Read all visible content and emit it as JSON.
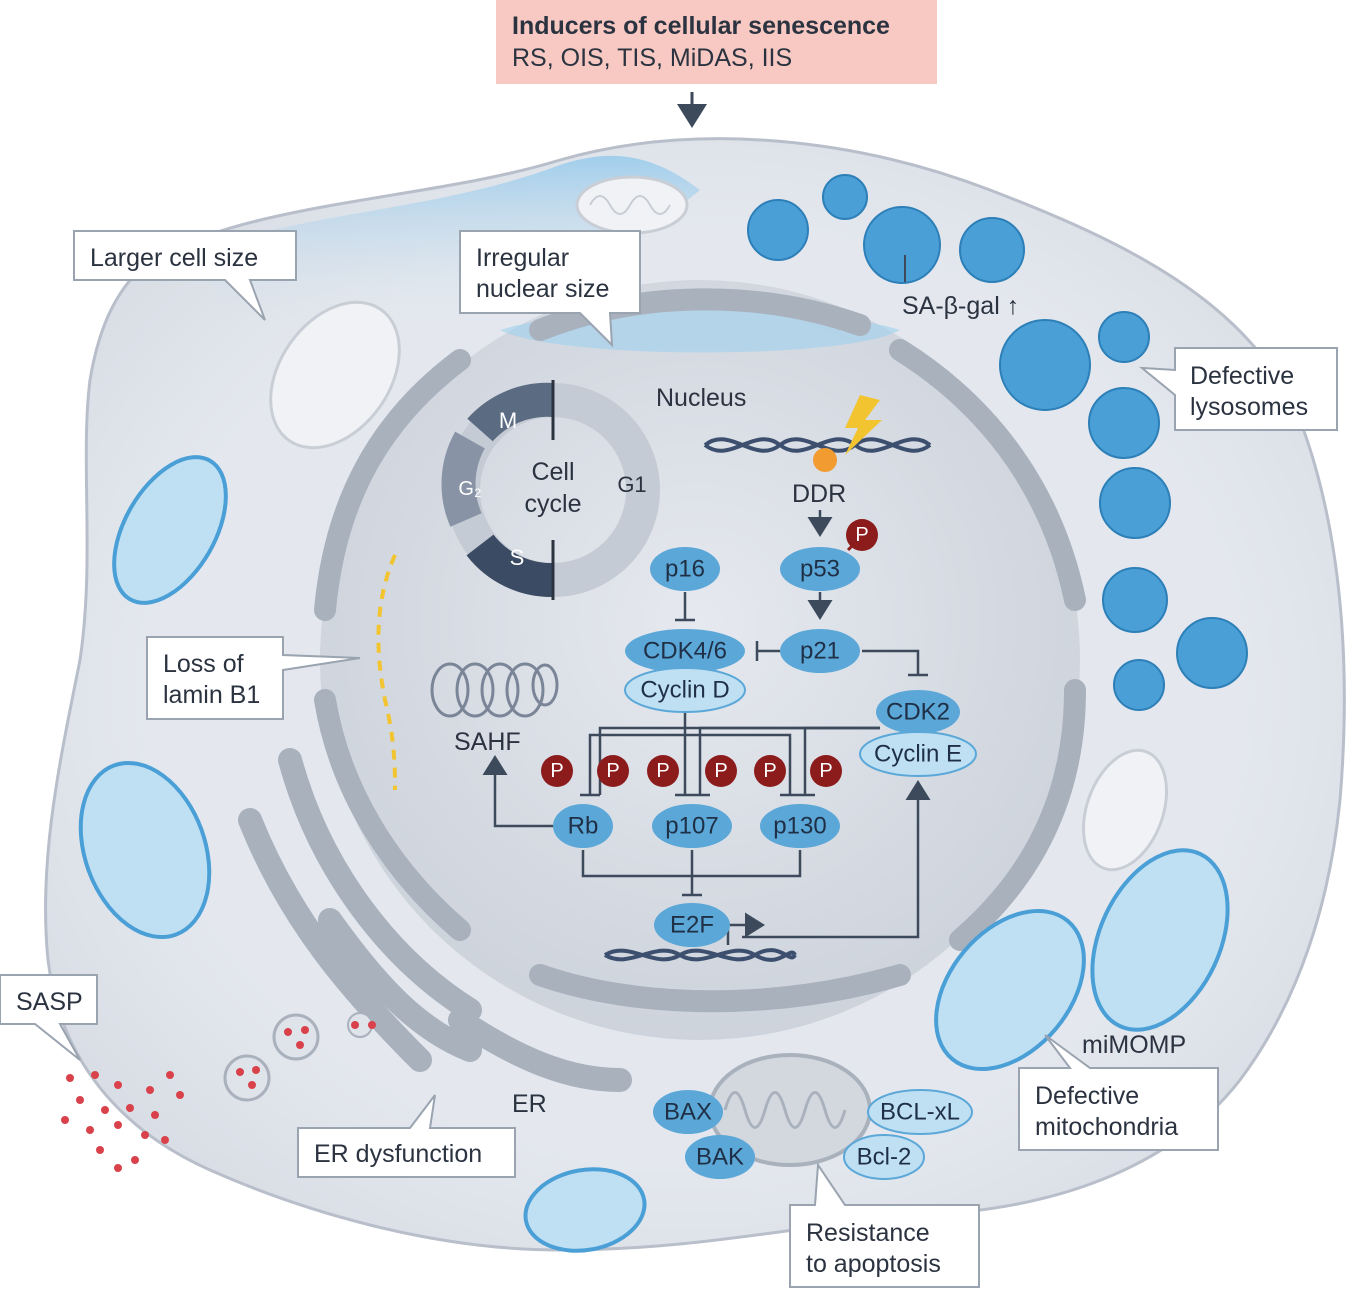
{
  "inducers": {
    "title": "Inducers of cellular senescence",
    "subtitle": "RS, OIS, TIS, MiDAS, IIS"
  },
  "callouts": {
    "larger_cell": "Larger cell size",
    "irregular_nuclear_1": "Irregular",
    "irregular_nuclear_2": "nuclear size",
    "defective_lysosomes_1": "Defective",
    "defective_lysosomes_2": "lysosomes",
    "loss_lamin_1": "Loss of",
    "loss_lamin_2": "lamin B1",
    "sasp": "SASP",
    "er_dysfunction": "ER dysfunction",
    "resistance_1": "Resistance",
    "resistance_2": "to apoptosis",
    "defective_mito_1": "Defective",
    "defective_mito_2": "mitochondria"
  },
  "labels": {
    "nucleus": "Nucleus",
    "sa_beta_gal": "SA-β-gal ↑",
    "ddr": "DDR",
    "sahf": "SAHF",
    "er": "ER",
    "mimomp": "miMOMP",
    "cell_cycle_1": "Cell",
    "cell_cycle_2": "cycle",
    "phase_m": "M",
    "phase_g2": "G₂",
    "phase_s": "S",
    "phase_g1": "G1"
  },
  "nodes": {
    "p16": "p16",
    "p53": "p53",
    "cdk46": "CDK4/6",
    "cyclin_d": "Cyclin D",
    "p21": "p21",
    "cdk2": "CDK2",
    "cyclin_e": "Cyclin E",
    "rb": "Rb",
    "p107": "p107",
    "p130": "p130",
    "e2f": "E2F",
    "bax": "BAX",
    "bak": "BAK",
    "bcl_xl": "BCL-xL",
    "bcl2": "Bcl-2",
    "phospho": "P"
  },
  "colors": {
    "cell_fill": "#dfe3ea",
    "nucleus_fill": "#cdd3dc",
    "node_blue": "#5ba7d8",
    "node_light": "#bfe0f3",
    "phospho_red": "#8c1c1c",
    "inducer_box": "#f7c9c2",
    "lysosome": "#4a9fd6"
  }
}
